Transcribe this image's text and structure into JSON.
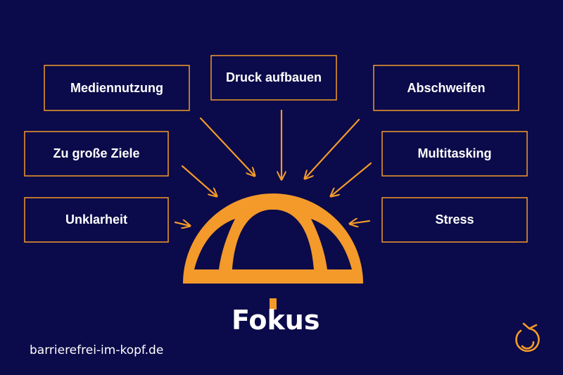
{
  "colors": {
    "background": "#0b0a4a",
    "accent": "#f39a2a",
    "text": "#ffffff"
  },
  "factors": [
    {
      "label": "Mediennutzung"
    },
    {
      "label": "Druck aufbauen"
    },
    {
      "label": "Abschweifen"
    },
    {
      "label": "Zu große Ziele"
    },
    {
      "label": "Multitasking"
    },
    {
      "label": "Unklarheit"
    },
    {
      "label": "Stress"
    }
  ],
  "center": {
    "title": "Fokus",
    "icon": "dome-icon"
  },
  "footer": {
    "url": "barrierefrei-im-kopf.de",
    "logo_icon": "refresh-circle-icon"
  }
}
